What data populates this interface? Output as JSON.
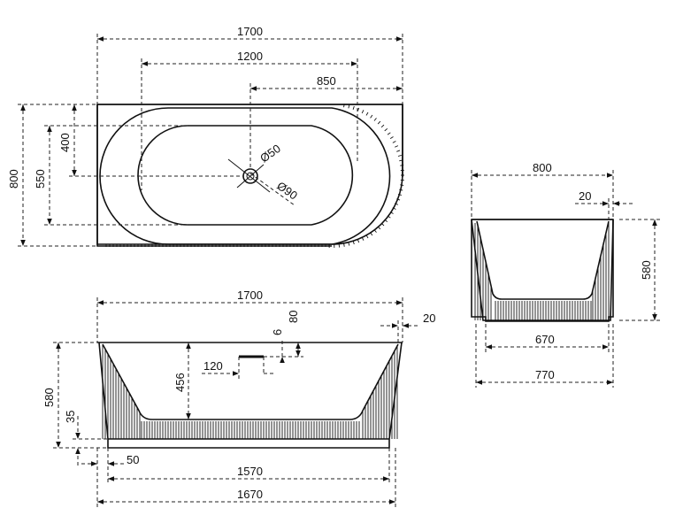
{
  "top_view": {
    "dim_overall_length": "1700",
    "dim_1200": "1200",
    "dim_850": "850",
    "dim_overall_width": "800",
    "dim_550": "550",
    "dim_400": "400",
    "dim_drain_small": "Ø50",
    "dim_drain_large": "Ø90"
  },
  "front_view": {
    "dim_overall_length": "1700",
    "dim_80": "80",
    "dim_20": "20",
    "dim_6": "6",
    "dim_120": "120",
    "dim_456": "456",
    "dim_580": "580",
    "dim_35": "35",
    "dim_50": "50",
    "dim_1570": "1570",
    "dim_1670": "1670"
  },
  "side_view": {
    "dim_800": "800",
    "dim_20": "20",
    "dim_580": "580",
    "dim_670": "670",
    "dim_770": "770"
  }
}
